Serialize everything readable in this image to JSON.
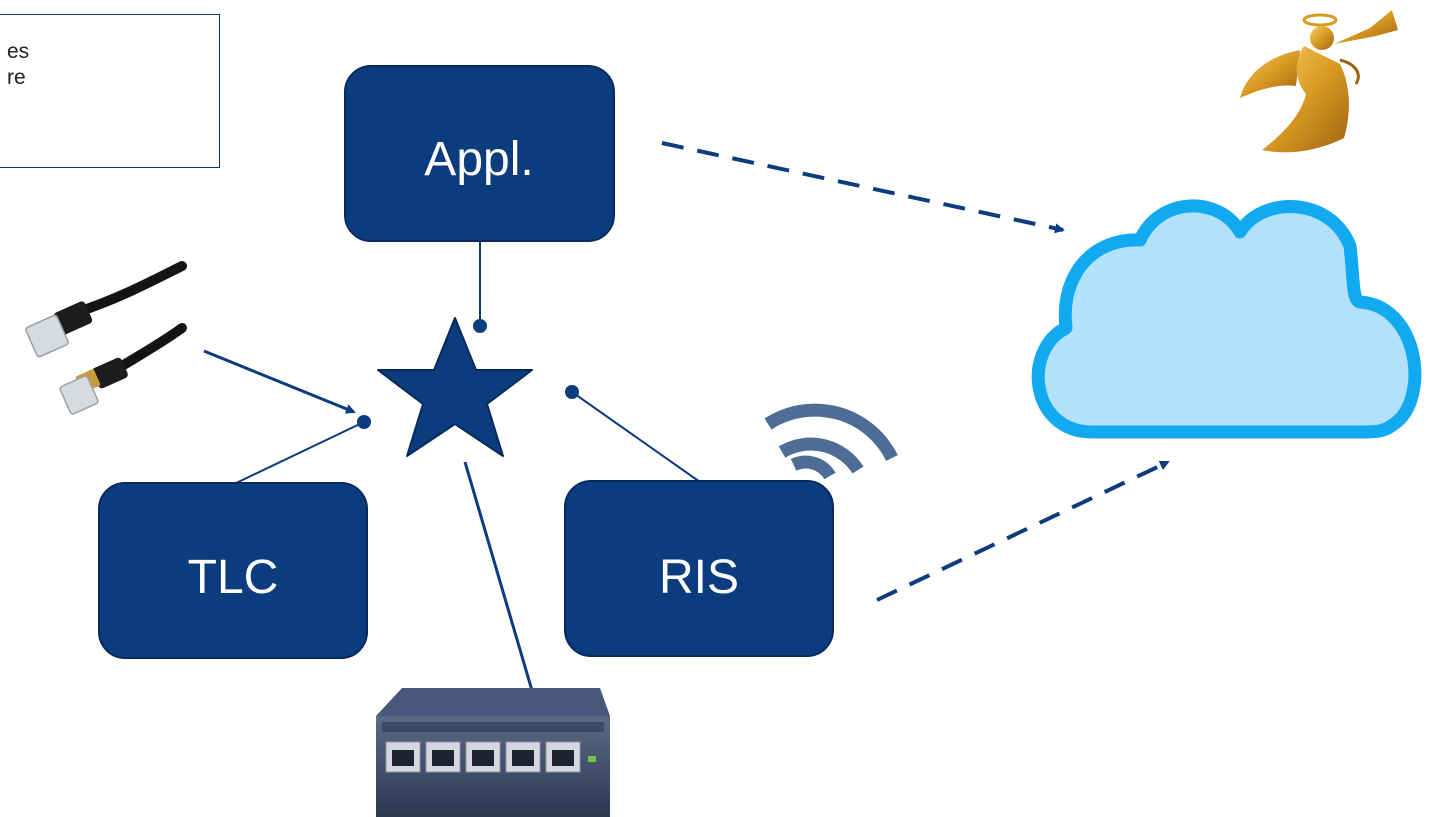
{
  "note": {
    "lines": [
      "es",
      "re"
    ]
  },
  "nodes": {
    "appl": "Appl.",
    "tlc": "TLC",
    "ris": "RIS"
  },
  "icons": {
    "cable": "ethernet-cable-icon",
    "switch": "network-switch-icon",
    "wifi": "wifi-signal-icon",
    "cloud": "cloud-icon",
    "angel": "angel-trumpet-icon",
    "hub": "star-hub-icon"
  },
  "colors": {
    "box_fill": "#0b3c7e",
    "box_border": "#062a5c",
    "line": "#0b3c7e",
    "cloud_fill": "#b3e1fb",
    "cloud_stroke": "#11a9f0",
    "wifi": "#4d6d96",
    "angel": "#d99a22"
  }
}
